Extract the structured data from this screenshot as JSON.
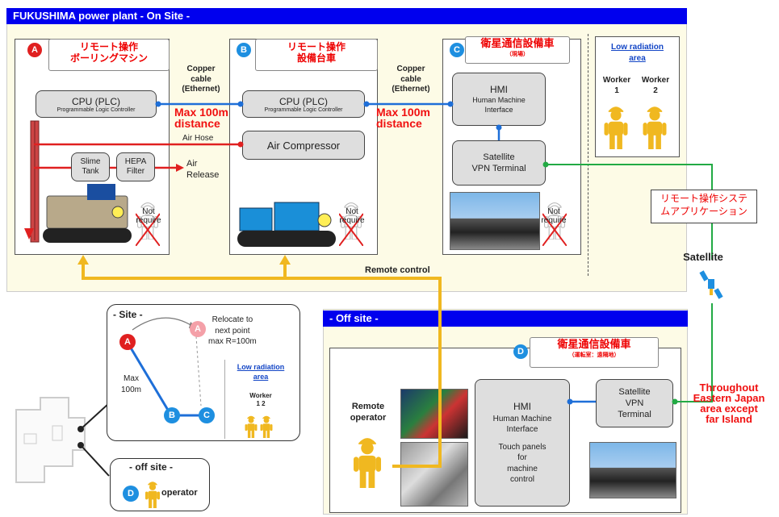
{
  "onsite": {
    "header": "FUKUSHIMA power plant  - On Site -",
    "a": {
      "letter": "A",
      "title1": "リモート操作",
      "title2": "ボーリングマシン"
    },
    "b": {
      "letter": "B",
      "title1": "リモート操作",
      "title2": "設備台車"
    },
    "c": {
      "letter": "C",
      "title": "衛星通信設備車",
      "sub": "（現場）"
    },
    "cpu_a": {
      "title": "CPU (PLC)",
      "sub": "Programmable Logic Controller"
    },
    "cpu_b": {
      "title": "CPU (PLC)",
      "sub": "Programmable Logic Controller"
    },
    "cable1": [
      "Copper",
      "cable",
      "(Ethernet)"
    ],
    "cable2": [
      "Copper",
      "cable",
      "(Ethernet)"
    ],
    "max1": [
      "Max 100m",
      "distance"
    ],
    "max2": [
      "Max 100m",
      "distance"
    ],
    "air_hose": "Air Hose",
    "air_compressor": "Air Compressor",
    "slime_tank": [
      "Slime",
      "Tank"
    ],
    "hepa_filter": [
      "HEPA",
      "Filter"
    ],
    "air_release": [
      "Air",
      "Release"
    ],
    "not_require": [
      "Not",
      "require"
    ],
    "hmi": {
      "title": "HMI",
      "line1": "Human Machine",
      "line2": "Interface"
    },
    "vpn": {
      "line1": "Satellite",
      "line2": "VPN Terminal"
    },
    "low_rad": [
      "Low radiation",
      "area"
    ],
    "worker1": [
      "Worker",
      "1"
    ],
    "worker2": [
      "Worker",
      "2"
    ],
    "remote_control": "Remote control"
  },
  "app_label": [
    "リモート操作システ",
    "ムアプリケーション"
  ],
  "satellite": "Satellite",
  "throughout": [
    "Throughout",
    "Eastern Japan",
    "area except",
    "far Island"
  ],
  "offsite": {
    "header": "- Off site -",
    "d": {
      "letter": "D",
      "title": "衛星通信設備車",
      "sub": "（運転室：遠隔地）"
    },
    "remote_operator": [
      "Remote",
      "operator"
    ],
    "hmi": {
      "title": "HMI",
      "line1": "Human Machine",
      "line2": "Interface",
      "line3": "Touch panels",
      "line4": "for",
      "line5": "machine",
      "line6": "control"
    },
    "vpn": [
      "Satellite",
      "VPN",
      "Terminal"
    ]
  },
  "site_map": {
    "title": "- Site -",
    "relocate": [
      "Relocate to",
      "next point",
      "max R=100m"
    ],
    "max": [
      "Max",
      "100m"
    ],
    "low_rad": [
      "Low radiation",
      "area"
    ],
    "worker": [
      "Worker",
      "1  2"
    ],
    "a": "A",
    "b": "B",
    "c": "C"
  },
  "off_map": {
    "title": "- off site -",
    "d": "D",
    "operator": "operator"
  },
  "colors": {
    "header": "#0000ee",
    "red": "#e02020",
    "blue": "#1e8fe0",
    "green": "#22aa44",
    "yellow": "#f0b820"
  }
}
